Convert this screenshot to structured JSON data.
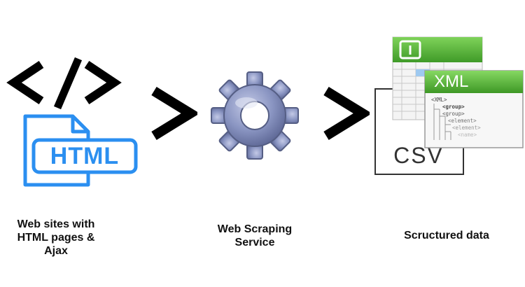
{
  "diagram": {
    "stage_source": {
      "code_symbol": "</>",
      "file_label": "HTML",
      "caption_lines": [
        "Web sites with",
        "HTML pages &",
        "Ajax"
      ]
    },
    "stage_service": {
      "caption_lines": [
        "Web Scraping",
        "Service"
      ]
    },
    "stage_output": {
      "xml_label": "XML",
      "xml_lines": [
        "<XML>",
        "<group>",
        "<group>",
        "<element>",
        "<element>",
        "<name>"
      ],
      "csv_label": "CSV",
      "caption": "Scructured data"
    },
    "colors": {
      "html_blue": "#2b8ff0",
      "gear": "#7c88b6",
      "spreadsheet_green": "#5ab53c",
      "arrow": "#000000"
    },
    "icons": [
      "code-brackets-icon",
      "html-file-icon",
      "gear-icon",
      "spreadsheet-icon",
      "xml-document-icon",
      "csv-file-icon",
      "chevron-right-icon"
    ]
  }
}
